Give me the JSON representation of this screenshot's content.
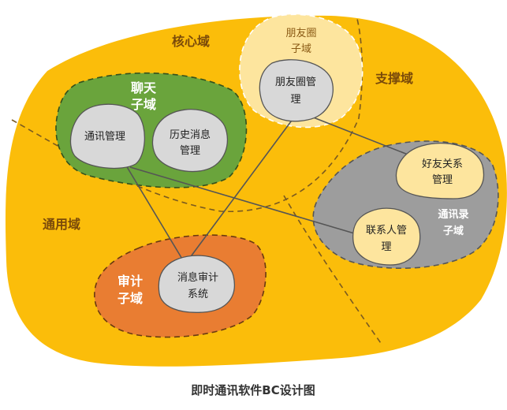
{
  "caption": "即时通讯软件BC设计图",
  "domains": {
    "core": "核心域",
    "support": "支撑域",
    "generic": "通用域"
  },
  "subdomains": {
    "chat": {
      "line1": "聊天",
      "line2": "子域"
    },
    "moments": {
      "line1": "朋友圈",
      "line2": "子域"
    },
    "contacts": {
      "line1": "通讯录",
      "line2": "子域"
    },
    "audit": {
      "line1": "审计",
      "line2": "子域"
    }
  },
  "contexts": {
    "comm_mgmt": {
      "line1": "通讯管理"
    },
    "history_mgmt": {
      "line1": "历史消息",
      "line2": "管理"
    },
    "moments_mgmt": {
      "line1": "朋友圈管",
      "line2": "理"
    },
    "friend_mgmt": {
      "line1": "好友关系",
      "line2": "管理"
    },
    "contact_mgmt": {
      "line1": "联系人管",
      "line2": "理"
    },
    "audit_sys": {
      "line1": "消息审计",
      "line2": "系统"
    }
  },
  "colors": {
    "outer": "#fbbd0a",
    "chat": "#6aa43c",
    "moments": "#fde59e",
    "contacts": "#9d9d9d",
    "audit": "#e97d32",
    "node_gray": "#d8d8d8",
    "node_yellow": "#fde59e"
  }
}
